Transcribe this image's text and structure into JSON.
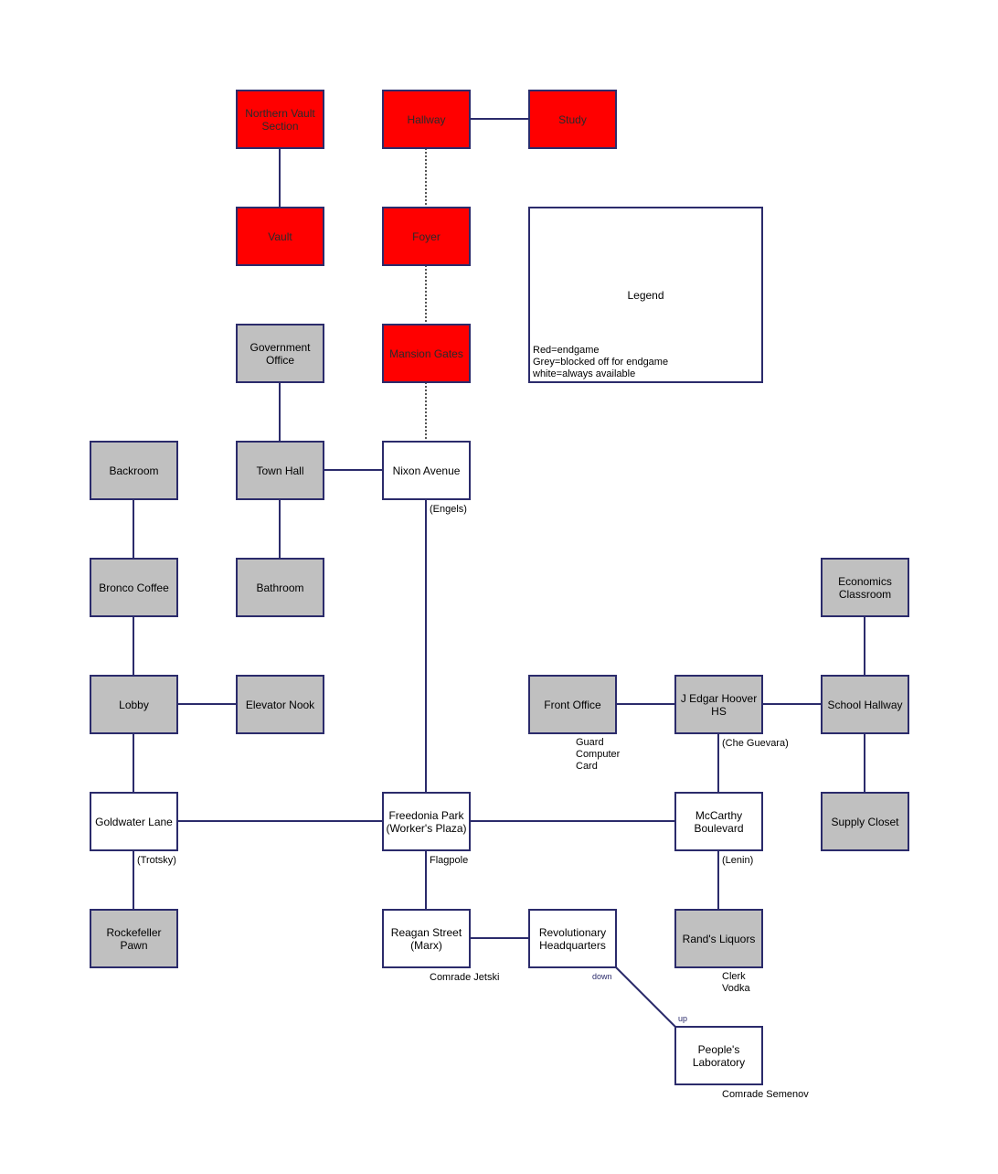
{
  "rooms": {
    "northern_vault": {
      "label": "Northern Vault Section",
      "color": "#ff0000"
    },
    "hallway": {
      "label": "Hallway",
      "color": "#ff0000"
    },
    "study": {
      "label": "Study",
      "color": "#ff0000"
    },
    "vault": {
      "label": "Vault",
      "color": "#ff0000"
    },
    "foyer": {
      "label": "Foyer",
      "color": "#ff0000"
    },
    "mansion_gates": {
      "label": "Mansion Gates",
      "color": "#ff0000"
    },
    "government_office": {
      "label": "Government Office",
      "color": "#c0c0c0"
    },
    "backroom": {
      "label": "Backroom",
      "color": "#c0c0c0"
    },
    "town_hall": {
      "label": "Town Hall",
      "color": "#c0c0c0"
    },
    "nixon_avenue": {
      "label": "Nixon Avenue",
      "color": "#ffffff"
    },
    "bronco_coffee": {
      "label": "Bronco Coffee",
      "color": "#c0c0c0"
    },
    "bathroom": {
      "label": "Bathroom",
      "color": "#c0c0c0"
    },
    "economics_classroom": {
      "label": "Economics Classroom",
      "color": "#c0c0c0"
    },
    "lobby": {
      "label": "Lobby",
      "color": "#c0c0c0"
    },
    "elevator_nook": {
      "label": "Elevator Nook",
      "color": "#c0c0c0"
    },
    "front_office": {
      "label": "Front Office",
      "color": "#c0c0c0"
    },
    "hoover_hs": {
      "label": "J Edgar Hoover HS",
      "color": "#c0c0c0"
    },
    "school_hallway": {
      "label": "School Hallway",
      "color": "#c0c0c0"
    },
    "goldwater_lane": {
      "label": "Goldwater Lane",
      "color": "#ffffff"
    },
    "freedonia_park": {
      "label": "Freedonia Park (Worker's Plaza)",
      "color": "#ffffff"
    },
    "mccarthy_blvd": {
      "label": "McCarthy Boulevard",
      "color": "#ffffff"
    },
    "supply_closet": {
      "label": "Supply Closet",
      "color": "#c0c0c0"
    },
    "rockefeller_pawn": {
      "label": "Rockefeller Pawn",
      "color": "#c0c0c0"
    },
    "reagan_street": {
      "label": "Reagan Street (Marx)",
      "color": "#ffffff"
    },
    "revolutionary_hq": {
      "label": "Revolutionary Headquarters",
      "color": "#ffffff"
    },
    "rands_liquors": {
      "label": "Rand's Liquors",
      "color": "#c0c0c0"
    },
    "peoples_lab": {
      "label": "People's Laboratory",
      "color": "#ffffff"
    }
  },
  "notes": {
    "engels": "(Engels)",
    "che_guevara": "(Che Guevara)",
    "guard_items": "Guard\nComputer\nCard",
    "trotsky": "(Trotsky)",
    "flagpole": "Flagpole",
    "lenin": "(Lenin)",
    "comrade_jetski": "Comrade Jetski",
    "clerk_vodka": "Clerk\nVodka",
    "comrade_semenov": "Comrade Semenov",
    "down": "down",
    "up": "up"
  },
  "legend": {
    "title": "Legend",
    "lines": [
      "Red=endgame",
      "Grey=blocked off for endgame",
      "white=always available"
    ]
  },
  "colors": {
    "border": "#2b2b6b",
    "endgame": "#ff0000",
    "blocked": "#c0c0c0",
    "available": "#ffffff"
  }
}
